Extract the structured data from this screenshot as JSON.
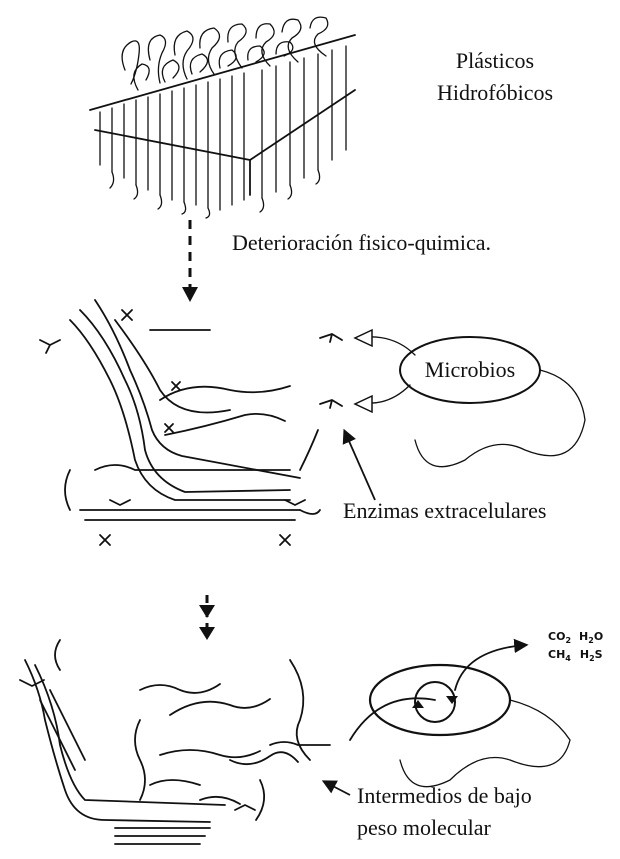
{
  "labels": {
    "plastics_line1": "Plásticos",
    "plastics_line2": "Hidrofóbicos",
    "deterioration": "Deterioración fisico-quimica.",
    "microbes": "Microbios",
    "enzymes": "Enzimas extracelulares",
    "intermediates_line1": "Intermedios de bajo",
    "intermediates_line2": "peso molecular"
  },
  "products": {
    "co2": "CO",
    "co2_sub": "2",
    "h2o_a": "H",
    "h2o_sub": "2",
    "h2o_b": "O",
    "ch4": "CH",
    "ch4_sub": "4",
    "h2s_a": "H",
    "h2s_sub": "2",
    "h2s_b": "S"
  }
}
